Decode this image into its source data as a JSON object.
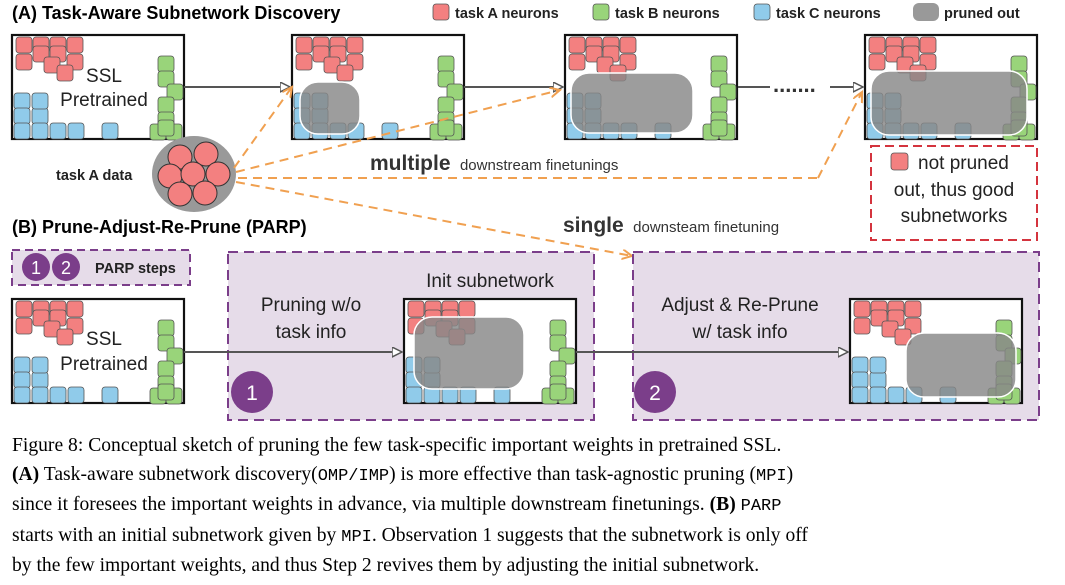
{
  "colors": {
    "task_a": "#f38080",
    "task_b": "#99d47a",
    "task_c": "#90cbea",
    "pruned": "#888888",
    "orange_arrow": "#f0a050",
    "purple": "#7b3e8a",
    "purple_fill": "#e6dce9",
    "red_dash": "#d4343e"
  },
  "section_a": {
    "title": "(A) Task-Aware Subnetwork Discovery",
    "legend": {
      "task_a": "task A neurons",
      "task_b": "task B neurons",
      "task_c": "task C neurons",
      "pruned": "pruned out"
    },
    "ssl_line1": "SSL",
    "ssl_line2": "Pretrained",
    "ellipsis": ".......",
    "task_data": "task A data",
    "multiple_bold": "multiple",
    "multiple_rest": "downstream finetunings",
    "single_bold": "single",
    "single_rest": "downsteam finetuning",
    "good_line1": "not pruned",
    "good_line2": "out, thus good",
    "good_line3": "subnetworks"
  },
  "section_b": {
    "title": "(B) Prune-Adjust-Re-Prune (PARP)",
    "steps_label": "PARP steps",
    "step1": "1",
    "step2": "2",
    "ssl_line1": "SSL",
    "ssl_line2": "Pretrained",
    "init_label": "Init subnetwork",
    "prune_line1": "Pruning w/o",
    "prune_line2": "task info",
    "adjust_line1": "Adjust & Re-Prune",
    "adjust_line2": "w/ task info"
  },
  "caption": {
    "line1": "Figure 8: Conceptual sketch of pruning the few task-specific important weights in pretrained SSL.",
    "a_label": "(A)",
    "a_text1": " Task-aware subnetwork discovery(",
    "a_code1": "OMP",
    "a_sep": "/",
    "a_code2": "IMP",
    "a_text2": ") is more effective than task-agnostic pruning (",
    "a_code3": "MPI",
    "a_text3": ")",
    "a_text4": "since it foresees the important weights in advance, via multiple downstream finetunings.",
    "b_label": "(B)",
    "b_code1": "PARP",
    "b_text1": "starts with an initial subnetwork given by",
    "b_code2": "MPI",
    "b_text2": ". Observation 1 suggests that the subnetwork is only off",
    "b_text3": "by the few important weights, and thus Step 2 revives them by adjusting the initial subnetwork."
  }
}
